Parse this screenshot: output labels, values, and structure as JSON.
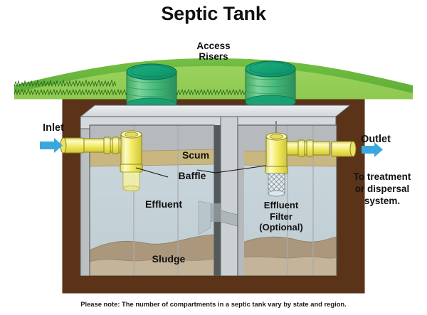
{
  "page": {
    "title": "Septic Tank",
    "footnote": "Please note: The number of compartments in a septic tank vary by state and region."
  },
  "labels": {
    "access_risers": "Access\nRisers",
    "inlet": "Inlet",
    "outlet": "Outlet",
    "to_treatment": "To treatment\nor dispersal\nsystem.",
    "scum": "Scum",
    "baffle": "Baffle",
    "effluent": "Effluent",
    "sludge": "Sludge",
    "effluent_filter": "Effluent\nFilter\n(Optional)"
  },
  "icons": {
    "inlet_arrow": "arrow-right-icon",
    "outlet_arrow": "arrow-right-icon"
  },
  "colors": {
    "background": "#ffffff",
    "title_text": "#111111",
    "grass_light": "#8cc63f",
    "grass_mid": "#6ab23f",
    "grass_dark": "#4e9c2e",
    "grass_blade_stroke": "#1f5c16",
    "soil": "#5a3318",
    "soil_dark": "#4a2a12",
    "tank_body": "#c9ccce",
    "tank_top": "#d8dbdd",
    "tank_top_face": "#e4e7e9",
    "tank_inner": "#b6babd",
    "tank_outline": "#5c6164",
    "effluent_water": "#c4d2d8",
    "effluent_water_light": "#cdd9de",
    "scum": "#c9b782",
    "scum_dark": "#b9a46b",
    "sludge": "#ab977c",
    "sludge_dark": "#9a866c",
    "sludge_light": "#c3b49a",
    "pipe_yellow": "#f4ed6b",
    "pipe_yellow_light": "#fbf8b0",
    "pipe_yellow_dark": "#d8cf3a",
    "pipe_outline": "#8a8315",
    "riser_green": "#4db870",
    "riser_green_dark": "#18a06a",
    "riser_lid": "#17a074",
    "riser_lid_dark": "#0f7d5a",
    "arrow_blue": "#3aa8dd",
    "filter_mesh": "#7e8f96"
  },
  "diagram": {
    "type": "cross-section-illustration",
    "subject": "Septic Tank",
    "compartments": 2,
    "layers": [
      "Scum",
      "Effluent",
      "Sludge"
    ],
    "components": [
      "Access Risers",
      "Inlet pipe",
      "Inlet baffle (tee)",
      "Outlet baffle (tee)",
      "Effluent Filter (Optional)",
      "Outlet pipe",
      "Center divider wall"
    ]
  }
}
